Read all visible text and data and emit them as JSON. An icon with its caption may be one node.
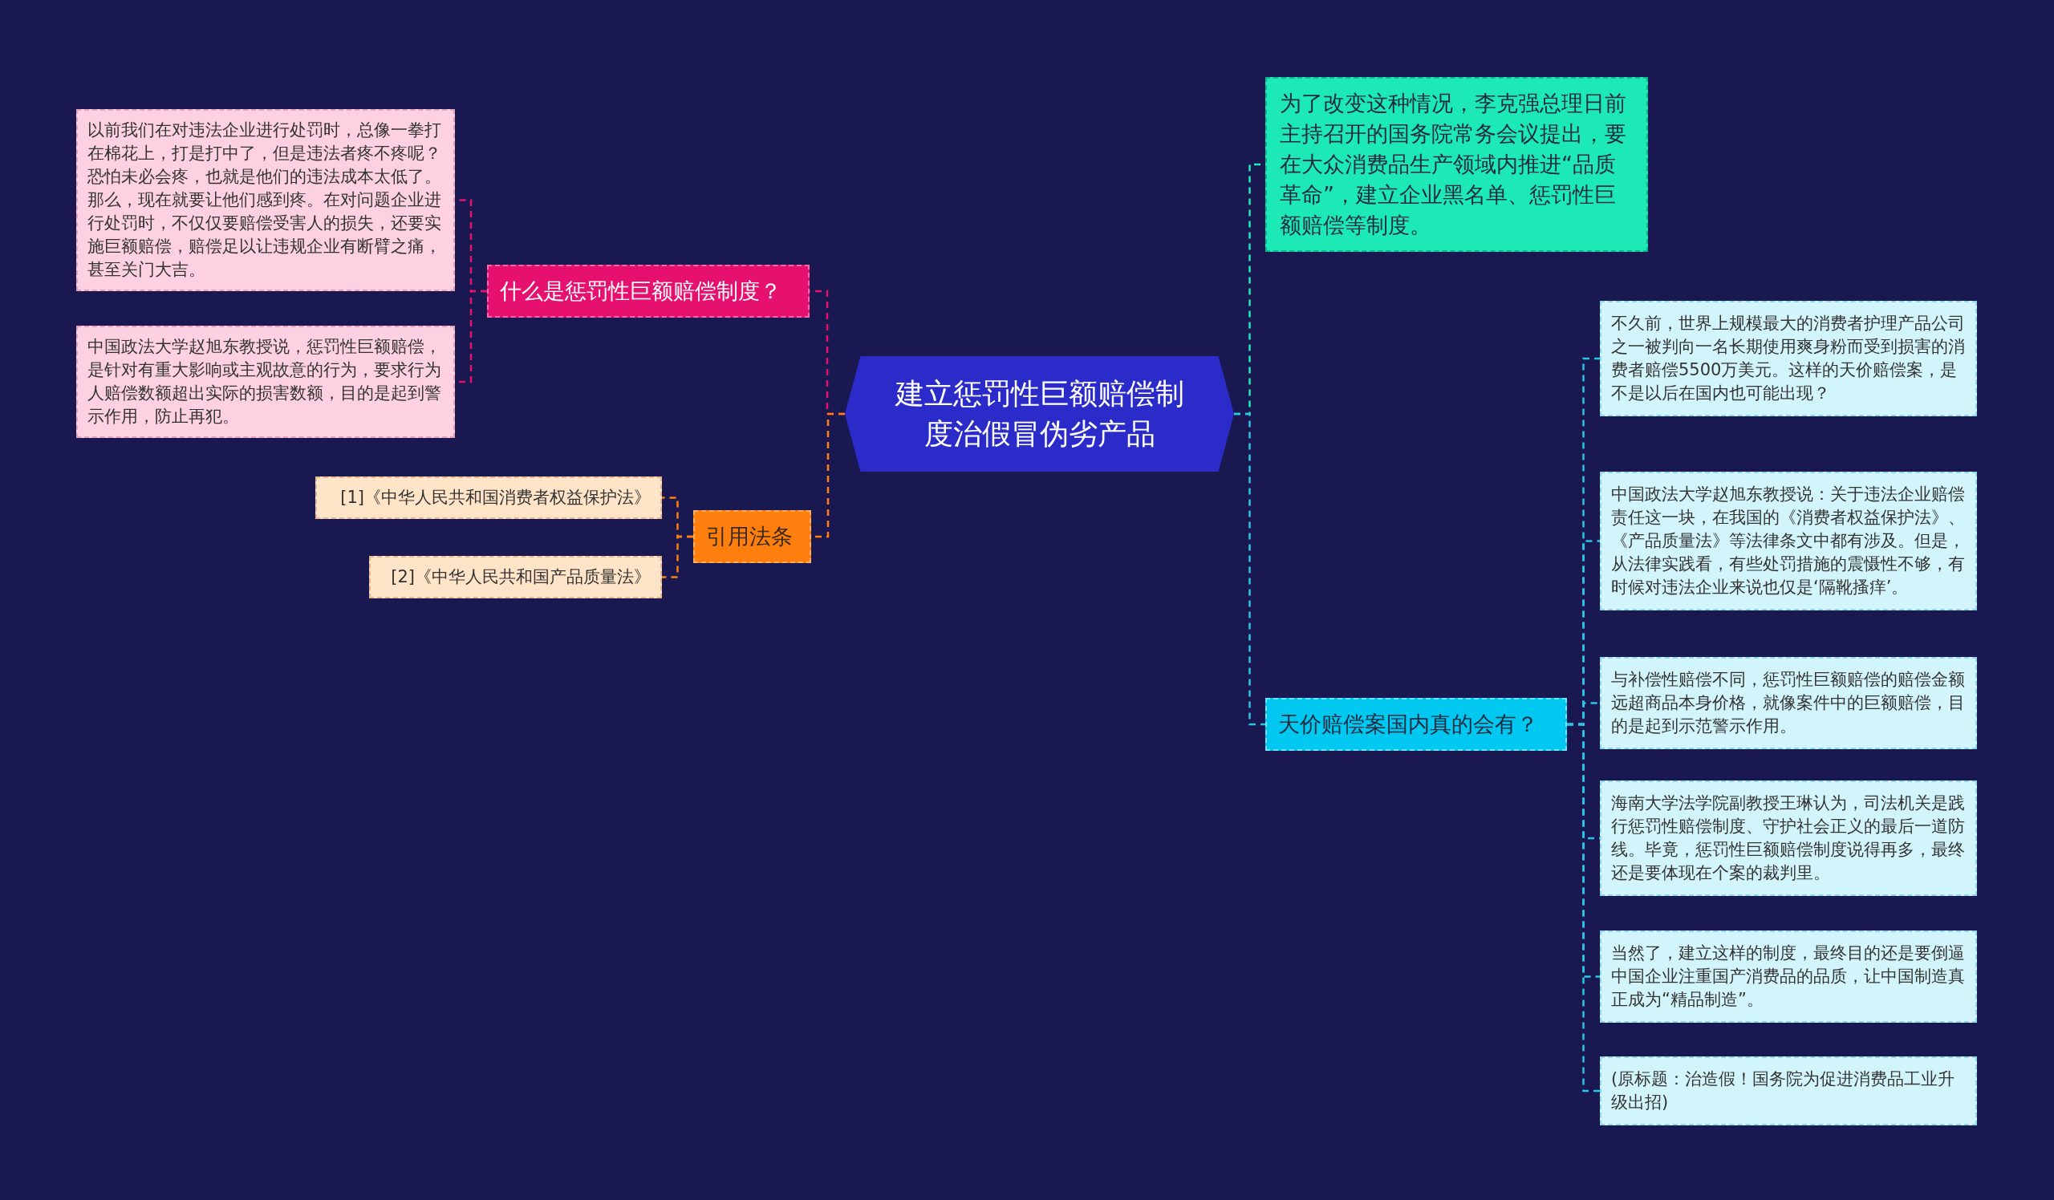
{
  "diagram": {
    "nodes": [
      {
        "text": [
          "建立惩罚性巨额赔偿制度治假冒伪劣产品"
        ]
      },
      {
        "text": [
          "什么是惩罚性巨额赔偿制度？"
        ]
      },
      {
        "text": [
          "以前我们在对违法企业进行处罚时，总像一拳打在棉花上，打是打中了，但是违法者疼不疼呢？恐怕未必会疼，也就是他们的违法成本太低了。那么，现在就要让他们感到疼。在对问题企业进行处罚时，不仅仅要赔偿受害人的损失，还要实施巨额赔偿，赔偿足以让违规企业有断臂之痛，甚至关门大吉。"
        ]
      },
      {
        "text": [
          "中国政法大学赵旭东教授说，惩罚性巨额赔偿，是针对有重大影响或主观故意的行为，要求行为人赔偿数额超出实际的损害数额，目的是起到警示作用，防止再犯。"
        ]
      },
      {
        "text": [
          "引用法条"
        ]
      },
      {
        "text": [
          "[1]《中华人民共和国消费者权益保护法》"
        ]
      },
      {
        "text": [
          "[2]《中华人民共和国产品质量法》"
        ]
      },
      {
        "text": [
          "为了改变这种情况，李克强总理日前主持召开的国务院常务会议提出，要在大众消费品生产领域内推进“品质革命”，建立企业黑名单、惩罚性巨额赔偿等制度。"
        ]
      },
      {
        "text": [
          "天价赔偿案国内真的会有？"
        ]
      },
      {
        "text": [
          "不久前，世界上规模最大的消费者护理产品公司之一被判向一名长期使用爽身粉而受到损害的消费者赔偿5500万美元。这样的天价赔偿案，是不是以后在国内也可能出现？"
        ]
      },
      {
        "text": [
          "中国政法大学赵旭东教授说：关于违法企业赔偿责任这一块，在我国的《消费者权益保护法》、《产品质量法》等法律条文中都有涉及。但是，从法律实践看，有些处罚措施的震慑性不够，有时候对违法企业来说也仅是‘隔靴搔痒’。"
        ]
      },
      {
        "text": [
          "与补偿性赔偿不同，惩罚性巨额赔偿的赔偿金额远超商品本身价格，就像案件中的巨额赔偿，目的是起到示范警示作用。"
        ]
      },
      {
        "text": [
          "海南大学法学院副教授王琳认为，司法机关是践行惩罚性赔偿制度、守护社会正义的最后一道防线。毕竟，惩罚性巨额赔偿制度说得再多，最终还是要体现在个案的裁判里。"
        ]
      },
      {
        "text": [
          "当然了，建立这样的制度，最终目的还是要倒逼中国企业注重国产消费品的品质，让中国制造真正成为“精品制造”。"
        ]
      },
      {
        "text": [
          "(原标题：治造假！国务院为促进消费品工业升级出招)"
        ]
      }
    ],
    "edges": [
      {
        "from": 0,
        "to": 1,
        "arrow": "none",
        "color": "#e6106e"
      },
      {
        "from": 1,
        "to": 2,
        "arrow": "none",
        "color": "#e6106e"
      },
      {
        "from": 1,
        "to": 3,
        "arrow": "none",
        "color": "#e6106e"
      },
      {
        "from": 0,
        "to": 4,
        "arrow": "none",
        "color": "#ff7f0e"
      },
      {
        "from": 4,
        "to": 5,
        "arrow": "none",
        "color": "#ff7f0e"
      },
      {
        "from": 4,
        "to": 6,
        "arrow": "none",
        "color": "#ff7f0e"
      },
      {
        "from": 0,
        "to": 7,
        "arrow": "none",
        "color": "#1de9b6"
      },
      {
        "from": 0,
        "to": 8,
        "arrow": "none"
      },
      {
        "from": 8,
        "to": 9,
        "arrow": "none"
      },
      {
        "from": 8,
        "to": 10,
        "arrow": "none"
      },
      {
        "from": 8,
        "to": 11,
        "arrow": "none"
      },
      {
        "from": 8,
        "to": 12,
        "arrow": "none"
      },
      {
        "from": 8,
        "to": 13,
        "arrow": "none"
      },
      {
        "from": 8,
        "to": 14,
        "arrow": "none"
      }
    ]
  }
}
